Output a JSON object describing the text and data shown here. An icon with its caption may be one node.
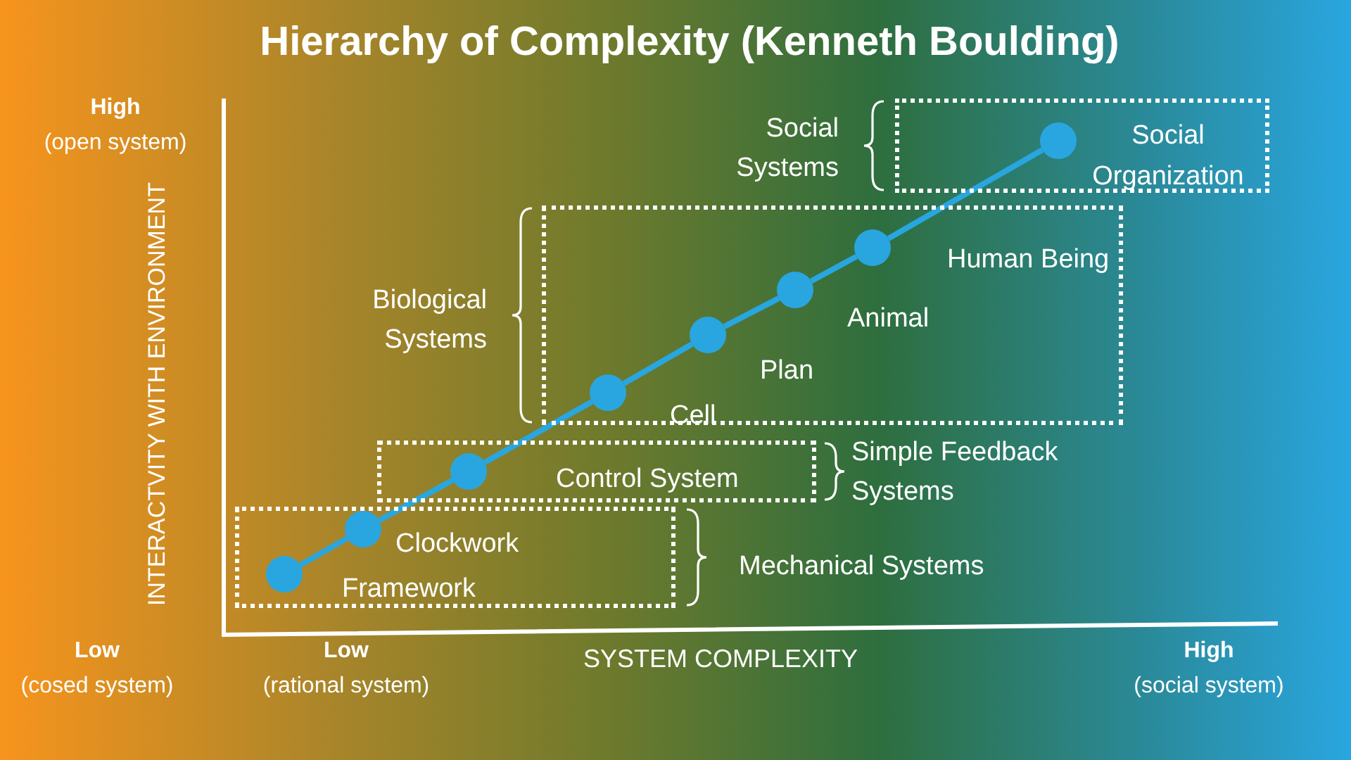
{
  "diagram": {
    "title": "Hierarchy of Complexity (Kenneth Boulding)",
    "nodes": [
      {
        "text": [],
        "shape": "box",
        "beside": [
          "Mechanical Systems"
        ]
      },
      {
        "text": [],
        "shape": "circle",
        "in": 0,
        "beside": [
          "Framework"
        ]
      },
      {
        "text": [],
        "shape": "circle",
        "in": 0,
        "beside": [
          "Clockwork"
        ]
      },
      {
        "text": [],
        "shape": "box",
        "beside": [
          "Simple Feedback Systems"
        ]
      },
      {
        "text": [],
        "shape": "circle",
        "in": 3,
        "beside": [
          "Control System"
        ]
      },
      {
        "text": [],
        "shape": "box",
        "beside": [
          "Biological Systems"
        ]
      },
      {
        "text": [],
        "shape": "circle",
        "in": 5,
        "beside": [
          "Cell"
        ]
      },
      {
        "text": [],
        "shape": "circle",
        "in": 5,
        "beside": [
          "Plan"
        ]
      },
      {
        "text": [],
        "shape": "circle",
        "in": 5,
        "beside": [
          "Animal"
        ]
      },
      {
        "text": [],
        "shape": "circle",
        "in": 5,
        "beside": [
          "Human Being"
        ]
      },
      {
        "text": [],
        "shape": "box",
        "beside": [
          "Social Systems"
        ]
      },
      {
        "text": [],
        "shape": "circle",
        "in": 10,
        "beside": [
          "Social Organization"
        ]
      }
    ],
    "edges": [
      {
        "from": 1,
        "to": 2,
        "arrow": "none"
      },
      {
        "from": 2,
        "to": 4,
        "arrow": "none"
      },
      {
        "from": 4,
        "to": 6,
        "arrow": "none"
      },
      {
        "from": 6,
        "to": 7,
        "arrow": "none"
      },
      {
        "from": 7,
        "to": 8,
        "arrow": "none"
      },
      {
        "from": 8,
        "to": 9,
        "arrow": "none"
      },
      {
        "from": 9,
        "to": 11,
        "arrow": "none"
      }
    ],
    "labels": [
      "High",
      "(open system)",
      "INTERACTVITY WITH ENVIRONMENT",
      "Low",
      "(cosed system)",
      "Low",
      "(rational system)",
      "SYSTEM COMPLEXITY",
      "High",
      "(social system)"
    ]
  }
}
